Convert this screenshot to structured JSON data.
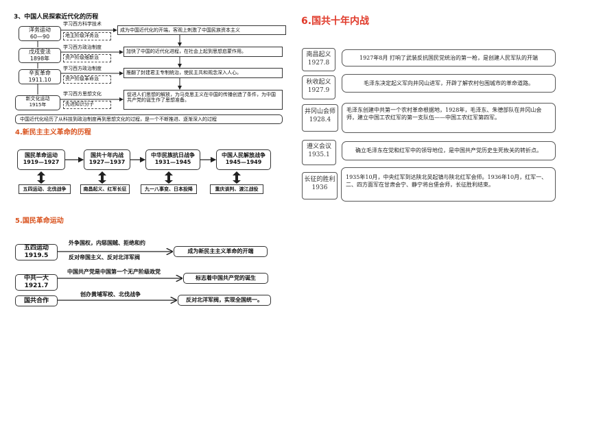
{
  "s3": {
    "title": "3、中国人民探索近代化的历程",
    "rows": [
      {
        "left": "洋务运动\n60—90",
        "above": "学习西方科学技术",
        "below": "地主阶级洋务派",
        "right": "成为中国近代化的开端，客观上刺激了中国民族资本主义"
      },
      {
        "left": "戊戌变法\n1898年",
        "above": "学习西方政治制度",
        "below": "资产阶级维新派",
        "right": "加快了中国的近代化进程，在社会上起到思想启蒙作用。"
      },
      {
        "left": "辛亥革命\n1911.10",
        "above": "学习西方政治制度",
        "below": "资产阶级革命派",
        "right": "推翻了封建君主专制统治，使民主共和观念深入人心。"
      },
      {
        "left": "新文化运动\n1915年",
        "above": "学习西方思想文化",
        "below": "先进知识分子",
        "right": "促进人们思想的解放，为马克思主义在中国的传播创造了条件，为中国共产党的诞生作了思想准备。"
      }
    ],
    "summary": "中国近代化经历了从科技到政治制度再到思想文化的过程，是一个不断推进、逐渐深入的过程"
  },
  "s4": {
    "title": "4.新民主主义革命的历程",
    "stages": [
      {
        "name": "国民革命运动",
        "years": "1919—1927",
        "events": "五四运动、北伐战争"
      },
      {
        "name": "国共十年内战",
        "years": "1927—1937",
        "events": "南昌起义、红军长征"
      },
      {
        "name": "中华民族抗日战争",
        "years": "1931—1945",
        "events": "九一八事变、日本投降"
      },
      {
        "name": "中国人民解放战争",
        "years": "1945—1949",
        "events": "重庆谈判、渡江战役"
      }
    ]
  },
  "s5": {
    "title": "5.国民革命运动",
    "rows": [
      {
        "left_name": "五四运动",
        "left_date": "1919.5",
        "above": "外争国权，内惩国贼、拒绝和约",
        "below": "反对帝国主义、反对北洋军阀",
        "right": "成为新民主主义革命的开端"
      },
      {
        "left_name": "中共一大",
        "left_date": "1921.7",
        "above": "中国共产党是中国第一个无产阶级政党",
        "below": "",
        "right": "标志着中国共产党的诞生"
      },
      {
        "left_name": "国共合作",
        "left_date": "",
        "above": "创办黄埔军校、北伐战争",
        "below": "",
        "right": "反对北洋军阀，实现全国统一。"
      }
    ]
  },
  "s6": {
    "title": "6.国共十年内战",
    "rows": [
      {
        "name": "南昌起义",
        "date": "1927.8",
        "desc": "1927年8月 打响了武装反抗国民党统治的第一枪，是创建人民军队的开端"
      },
      {
        "name": "秋收起义",
        "date": "1927.9",
        "desc": "毛泽东决定起义军向井冈山进军，开辟了解农村包围城市的革命道路。"
      },
      {
        "name": "井冈山会师",
        "date": "1928.4",
        "desc": "毛泽东创建中共第一个农村革命根据地，1928年，毛泽东、朱德部队在井冈山会师，建立中国工农红军的第一支队伍——中国工农红军第四军。"
      },
      {
        "name": "遵义会议",
        "date": "1935.1",
        "desc": "确立毛泽东在党和红军中的领导地位，是中国共产党历史生死攸关的转折点。"
      },
      {
        "name": "长征的胜利",
        "date": "1936",
        "desc": "1935年10月，中央红军到达陕北吴起镇与陕北红军会师。1936年10月，红军一、二、四方面军在甘肃会宁、静宁将台堡会师，长征胜利结束。"
      }
    ]
  }
}
